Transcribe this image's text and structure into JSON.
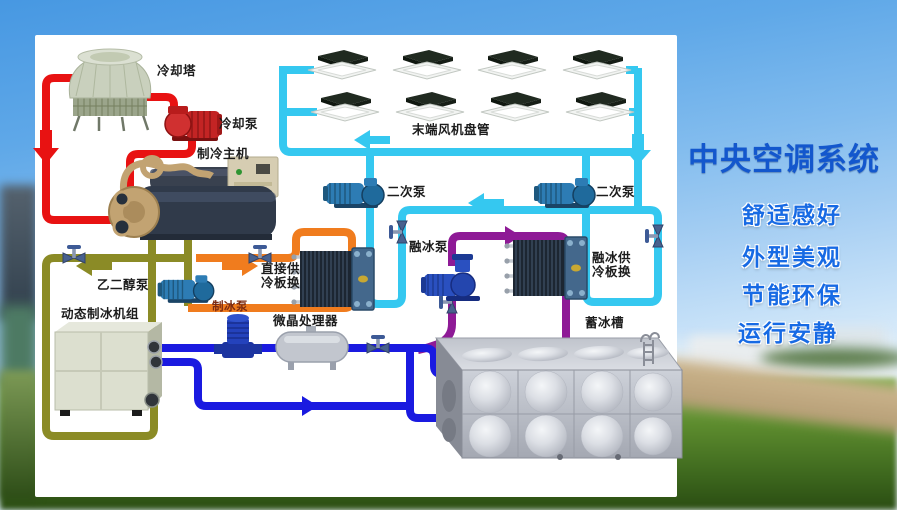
{
  "panel_title": {
    "title": "中央空调系统",
    "features": [
      "舒适感好",
      "外型美观",
      "节能环保",
      "运行安静"
    ],
    "title_color": "#1357cd",
    "feature_color": "#176ae4"
  },
  "diagram": {
    "labels": {
      "cooling_tower": "冷却塔",
      "cooling_pump": "冷却泵",
      "chiller": "制冷主机",
      "fan_coil": "末端风机盘管",
      "secondary_pump": "二次泵",
      "ice_melt_pump": "融冰泵",
      "direct_hx": "直接供冷板换",
      "melt_hx": "融冰供冷板换",
      "glycol_pump": "乙二醇泵",
      "ice_maker": "动态制冰机组",
      "ice_making_pump": "制冰泵",
      "crystal_processor": "微晶处理器",
      "ice_tank": "蓄冰槽"
    },
    "pipe_colors": {
      "cooling_water": "#e81212",
      "glycol": "#8b8b26",
      "direct_cooling": "#f07c1e",
      "chilled_water": "#35c8f0",
      "ice_melt": "#8e1a96",
      "ice_water": "#1a1ae0"
    }
  }
}
